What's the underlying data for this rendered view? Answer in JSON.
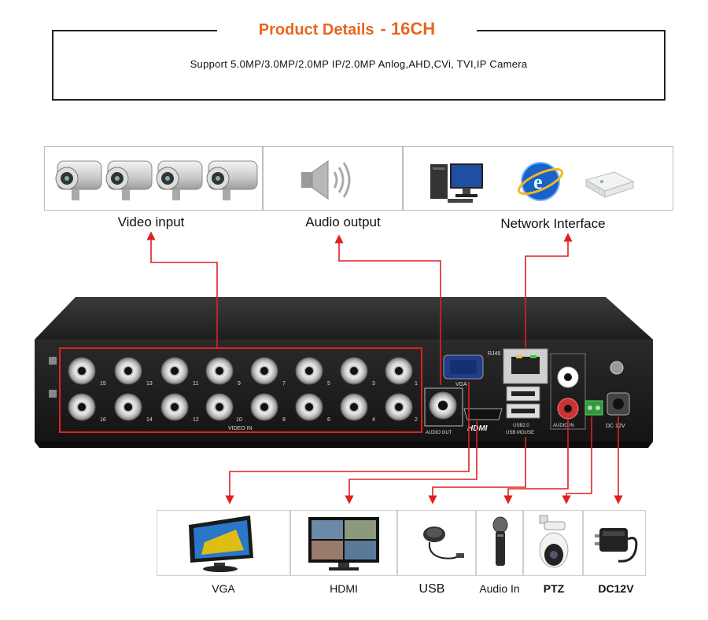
{
  "header": {
    "title": "Product Details",
    "channels": "- 16CH",
    "support_text": "Support 5.0MP/3.0MP/2.0MP IP/2.0MP Anlog,AHD,CVi, TVI,IP Camera"
  },
  "top_categories": [
    {
      "label": "Video input",
      "icon": "bullet-camera-icon"
    },
    {
      "label": "Audio output",
      "icon": "speaker-icon"
    },
    {
      "label": "Network Interface",
      "icon": "network-icons"
    }
  ],
  "device": {
    "rear_labels": {
      "video_in": "VIDEO IN",
      "audio_out": "AUDIO OUT",
      "vga": "VGA",
      "rj45": "RJ45",
      "hdmi": "HDMI",
      "usb": "USB2.0",
      "usb_mouse": "USB MOUSE",
      "audio_in": "AUDIO IN",
      "dc": "DC 12V"
    },
    "channel_top": [
      "15",
      "13",
      "11",
      "9",
      "7",
      "5",
      "3",
      "1"
    ],
    "channel_bottom": [
      "16",
      "14",
      "12",
      "10",
      "8",
      "6",
      "4",
      "2"
    ]
  },
  "outputs": [
    {
      "label": "VGA",
      "icon": "monitor-icon"
    },
    {
      "label": "HDMI",
      "icon": "display-icon"
    },
    {
      "label": "USB",
      "icon": "mouse-icon"
    },
    {
      "label": "Audio In",
      "icon": "microphone-icon"
    },
    {
      "label": "PTZ",
      "icon": "ptz-camera-icon"
    },
    {
      "label": "DC12V",
      "icon": "power-adapter-icon"
    }
  ],
  "colors": {
    "accent": "#e8651f",
    "arrow": "#e02020",
    "device_body": "#2b2b2b"
  }
}
